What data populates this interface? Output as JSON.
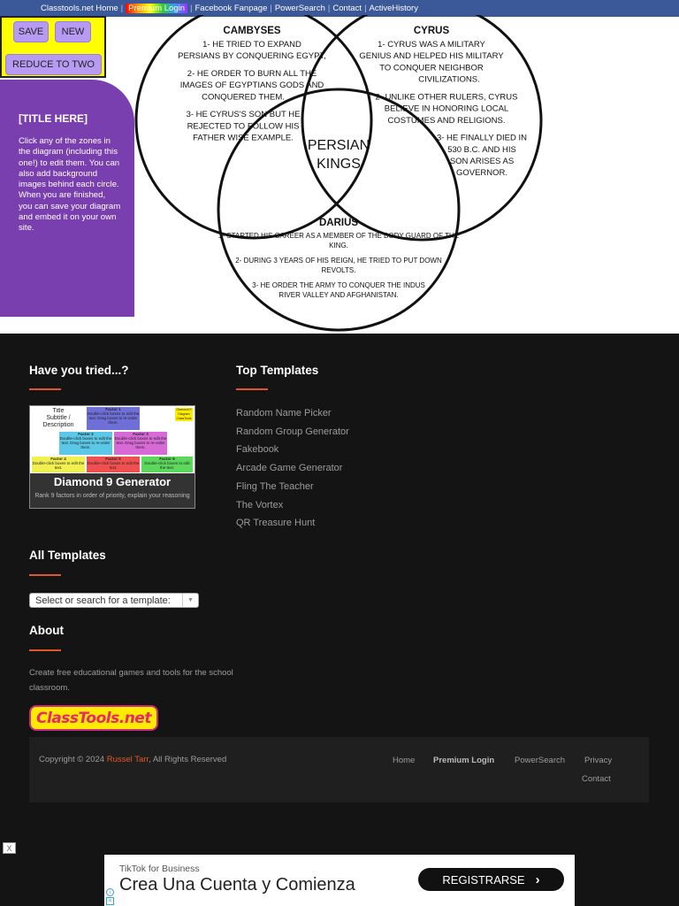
{
  "topnav": {
    "items": [
      "Classtools.net Home",
      "Premium Login",
      "Facebook Fanpage",
      "PowerSearch",
      "Contact",
      "ActiveHistory"
    ]
  },
  "toolbar": {
    "save_label": "SAVE",
    "new_label": "NEW",
    "reduce_label": "REDUCE TO TWO"
  },
  "sidebar": {
    "title": "[TITLE HERE]",
    "instructions": "Click any of the zones in the diagram (including this one!) to edit them. You can also add background images behind each circle. When you are finished, you can save your diagram and embed it on your own site."
  },
  "venn": {
    "center_line1": "PERSIAN",
    "center_line2": "KINGS",
    "circles": [
      {
        "title": "CAMBYSES",
        "lines": [
          "1- HE TRIED TO EXPAND",
          "PERSIANS BY CONQUERING EGYPT,",
          "",
          "2- HE ORDER TO BURN ALL THE",
          "IMAGES OF EGYPTIANS GODS AND",
          "CONQUERED THEM.",
          "",
          "3- HE CYRUS'S SON BUT HE",
          "REJECTED TO FOLLOW HIS",
          "FATHER WISE EXAMPLE."
        ]
      },
      {
        "title": "CYRUS",
        "lines": [
          "1- CYRUS WAS A MILITARY",
          "GENIUS AND HELPED HIS MILITARY",
          "TO CONQUER NEIGHBOR",
          "CIVILIZATIONS.",
          "",
          "2- UNLIKE OTHER RULERS, CYRUS",
          "BELIEVE IN HONORING LOCAL",
          "COSTUMES AND RELIGIONS.",
          "",
          "3- HE FINALLY DIED IN",
          "530 B.C. AND HIS",
          "SON ARISES AS",
          "GOVERNOR."
        ]
      },
      {
        "title": "DARIUS",
        "lines": [
          "1- STARTED HIS CAREER AS A MEMBER OF THE BODY GUARD OF THE",
          "KING.",
          "",
          "2- DURING 3 YEARS OF HIS REIGN, HE TRIED TO PUT DOWN",
          "REVOLTS.",
          "",
          "3- HE ORDER THE ARMY TO CONQUER THE INDUS",
          "RIVER VALLEY AND AFGHANISTAN."
        ]
      }
    ]
  },
  "footer": {
    "have_you_tried": {
      "heading": "Have you tried...?",
      "card": {
        "title": "Diamond 9 Generator",
        "subtitle": "Rank 9 factors in order of priority, explain your reasoning",
        "thumb_title": "Title",
        "thumb_subtitle": "Subtitle / Description",
        "thumb_logo": "Diamond 9 Diagram ClassTools",
        "cells": [
          {
            "label": "Factor 1",
            "text": "Double-click boxes to edit the text. Drag boxes to re-order them.",
            "color": "#6f6fd8"
          },
          {
            "label": "Factor 2",
            "text": "Double-click boxes to edit the text. Drag boxes to re-order them.",
            "color": "#5bc8e8"
          },
          {
            "label": "Factor 3",
            "text": "Double-click boxes to edit the text. Drag boxes to re-order them.",
            "color": "#d86ad8"
          },
          {
            "label": "Factor 4",
            "text": "Double-click boxes to edit the text.",
            "color": "#f0f050"
          },
          {
            "label": "Factor 5",
            "text": "Double-click boxes to edit the text.",
            "color": "#f05050"
          },
          {
            "label": "Factor 6",
            "text": "Double-click boxes to edit the text.",
            "color": "#5cd85c"
          }
        ]
      }
    },
    "top_templates": {
      "heading": "Top Templates",
      "links": [
        "Random Name Picker",
        "Random Group Generator",
        "Fakebook",
        "Arcade Game Generator",
        "Fling The Teacher",
        "The Vortex",
        "QR Treasure Hunt"
      ]
    },
    "all_templates": {
      "heading": "All Templates",
      "select_value": "Select or search for a template:"
    },
    "about": {
      "heading": "About",
      "text": "Create free educational games and tools for the school classroom.",
      "logo_text": "ClassTools.net"
    },
    "bottom": {
      "copyright_prefix": "Copyright © 2024 ",
      "copyright_name": "Russel Tarr",
      "copyright_suffix": ", All Rights Reserved",
      "links": [
        "Home",
        "Premium Login",
        "PowerSearch",
        "Privacy",
        "Contact"
      ]
    }
  },
  "ad": {
    "close_label": "X",
    "sponsor": "TikTok for Business",
    "headline": "Crea Una Cuenta y Comienza",
    "cta": "REGISTRARSE",
    "cta_icon": "chevron-right-icon",
    "info_icon": "info-icon",
    "x_icon": "close-icon"
  },
  "colors": {
    "nav_bg": "#3b5998",
    "sidebar_bg": "#7a3fae",
    "toolbox_bg": "#ffff00",
    "button_bg": "#b79bf3",
    "footer_bg": "#141414",
    "accent": "#e2572a"
  }
}
